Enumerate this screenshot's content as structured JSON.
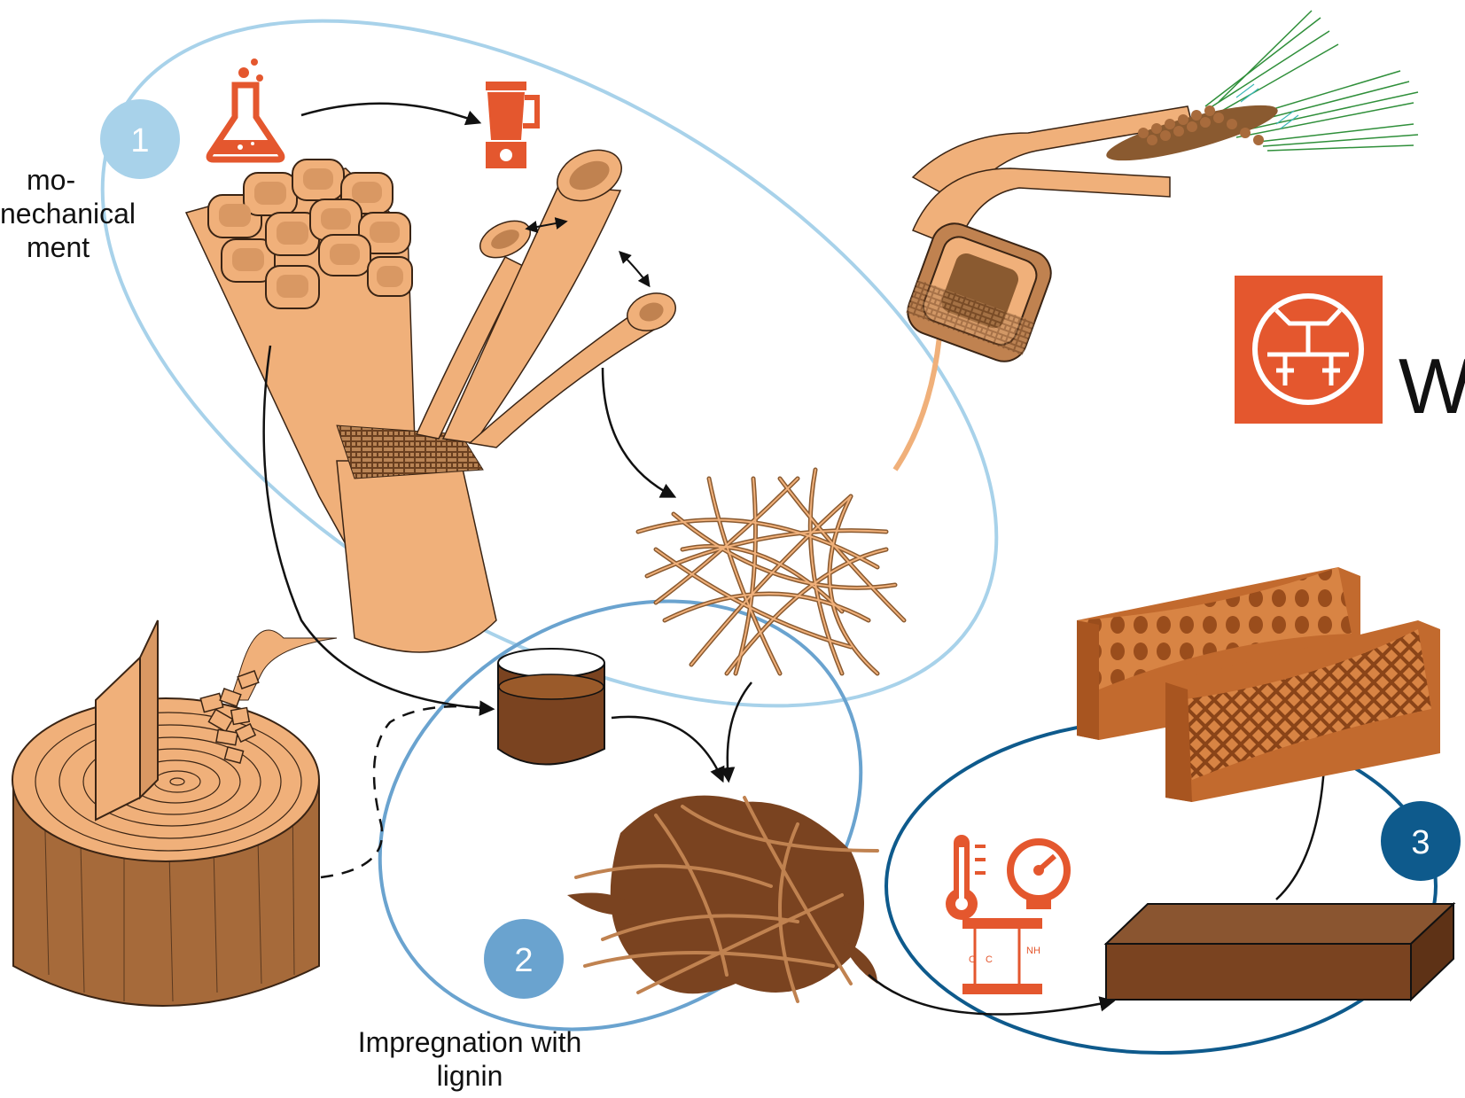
{
  "steps": [
    {
      "number": "1",
      "label": "Thermo-mechanical treatment",
      "label_lines": [
        "mo-",
        "nechanical",
        "ment"
      ]
    },
    {
      "number": "2",
      "label": "Impregnation with lignin",
      "label_lines": [
        "Impregnation with",
        "lignin"
      ]
    },
    {
      "number": "3",
      "label": ""
    }
  ],
  "logo": {
    "partial_text": "W"
  },
  "chem_labels": {
    "nh": "NH",
    "o": "O",
    "c": "C"
  },
  "colors": {
    "accent": "#e4572e",
    "step1": "#a8d2ea",
    "step2": "#6aa3cf",
    "step3": "#0e5a8c",
    "fiber": "#f0b07a",
    "fiber_dark": "#8a5a30",
    "wood": "#a66a3a",
    "lignin": "#7a4320"
  },
  "icons": [
    "flask-icon",
    "blender-icon",
    "thermometer-icon",
    "pressure-gauge-icon",
    "crosslink-chemistry-icon",
    "logo-icon"
  ]
}
